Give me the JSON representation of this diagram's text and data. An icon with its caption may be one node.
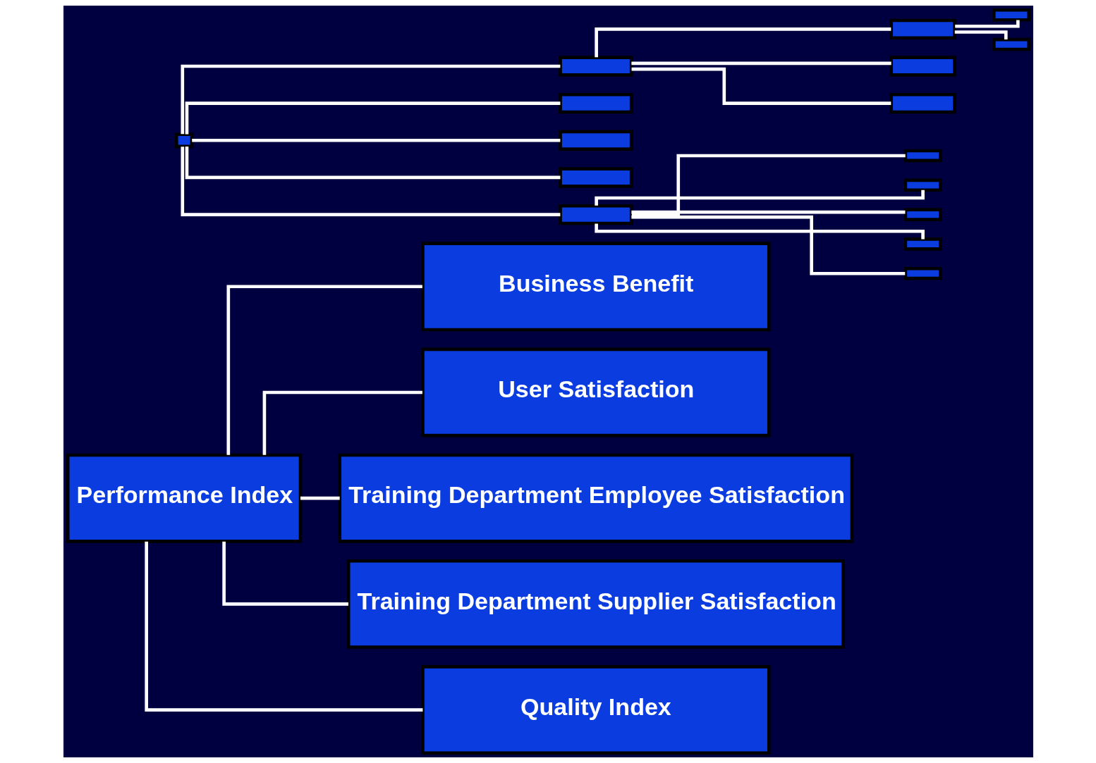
{
  "diagram": {
    "nodes": [
      {
        "text": [
          "Performance Index"
        ]
      },
      {
        "text": [
          "Business Benefit"
        ]
      },
      {
        "text": [
          "User Satisfaction"
        ]
      },
      {
        "text": [
          "Training Department Employee Satisfaction"
        ]
      },
      {
        "text": [
          "Training Department Supplier Satisfaction"
        ]
      },
      {
        "text": [
          "Quality Index"
        ]
      },
      {
        "text": [],
        "shape": "box"
      },
      {
        "text": [],
        "shape": "box"
      },
      {
        "text": [],
        "shape": "box"
      },
      {
        "text": [],
        "shape": "box"
      },
      {
        "text": [],
        "shape": "box"
      },
      {
        "text": [],
        "shape": "box"
      },
      {
        "text": [],
        "shape": "box"
      },
      {
        "text": [],
        "shape": "box"
      },
      {
        "text": [],
        "shape": "box"
      },
      {
        "text": [],
        "shape": "box"
      },
      {
        "text": [],
        "shape": "box"
      },
      {
        "text": [],
        "shape": "box"
      },
      {
        "text": [],
        "shape": "box"
      },
      {
        "text": [],
        "shape": "box"
      },
      {
        "text": [],
        "shape": "box"
      },
      {
        "text": [],
        "shape": "box"
      }
    ],
    "edges": [
      {
        "from": 0,
        "to": 1,
        "arrow": "none"
      },
      {
        "from": 0,
        "to": 2,
        "arrow": "none"
      },
      {
        "from": 0,
        "to": 3,
        "arrow": "none"
      },
      {
        "from": 0,
        "to": 4,
        "arrow": "none"
      },
      {
        "from": 0,
        "to": 5,
        "arrow": "none"
      },
      {
        "from": 6,
        "to": 7,
        "arrow": "none"
      },
      {
        "from": 6,
        "to": 8,
        "arrow": "none"
      },
      {
        "from": 6,
        "to": 9,
        "arrow": "none"
      },
      {
        "from": 6,
        "to": 10,
        "arrow": "none"
      },
      {
        "from": 6,
        "to": 11,
        "arrow": "none"
      },
      {
        "from": 7,
        "to": 12,
        "arrow": "none"
      },
      {
        "from": 7,
        "to": 13,
        "arrow": "none"
      },
      {
        "from": 7,
        "to": 14,
        "arrow": "none"
      },
      {
        "from": 12,
        "to": 15,
        "arrow": "none"
      },
      {
        "from": 12,
        "to": 16,
        "arrow": "none"
      },
      {
        "from": 11,
        "to": 17,
        "arrow": "none"
      },
      {
        "from": 11,
        "to": 18,
        "arrow": "none"
      },
      {
        "from": 11,
        "to": 19,
        "arrow": "none"
      },
      {
        "from": 11,
        "to": 20,
        "arrow": "none"
      },
      {
        "from": 11,
        "to": 21,
        "arrow": "none"
      }
    ]
  }
}
